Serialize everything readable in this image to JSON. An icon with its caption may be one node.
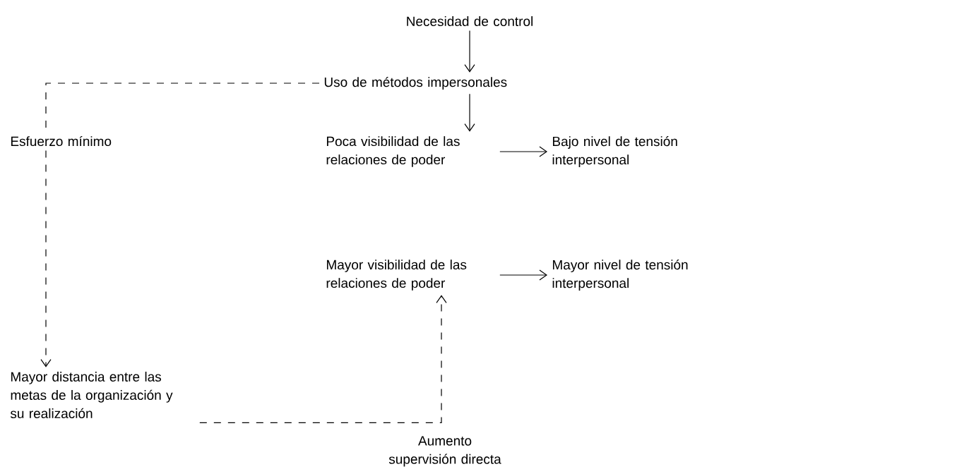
{
  "diagram": {
    "nodes": [
      {
        "text": [
          "Necesidad de control"
        ]
      },
      {
        "text": [
          "Uso de métodos impersonales"
        ]
      },
      {
        "text": [
          "Esfuerzo mínimo"
        ]
      },
      {
        "text": [
          "Poca visibilidad de las relaciones de poder"
        ]
      },
      {
        "text": [
          "Bajo nivel de tensión interpersonal"
        ]
      },
      {
        "text": [
          "Mayor visibilidad de las relaciones de poder"
        ]
      },
      {
        "text": [
          "Mayor nivel de tensión interpersonal"
        ]
      },
      {
        "text": [
          "Mayor distancia entre las metas de la organización y su realización"
        ]
      },
      {
        "text": [
          "Aumento supervisión directa"
        ]
      }
    ],
    "edges": [
      {
        "from": 0,
        "to": 1,
        "arrow": "to"
      },
      {
        "from": 1,
        "to": 3,
        "arrow": "to"
      },
      {
        "from": 3,
        "to": 4,
        "arrow": "to"
      },
      {
        "from": 5,
        "to": 6,
        "arrow": "to"
      },
      {
        "from": 1,
        "to": 2,
        "arrow": "none",
        "style": "dashed"
      },
      {
        "from": 2,
        "to": 7,
        "arrow": "to",
        "style": "dashed"
      },
      {
        "from": 7,
        "to": 5,
        "arrow": "to",
        "style": "dashed"
      }
    ]
  }
}
